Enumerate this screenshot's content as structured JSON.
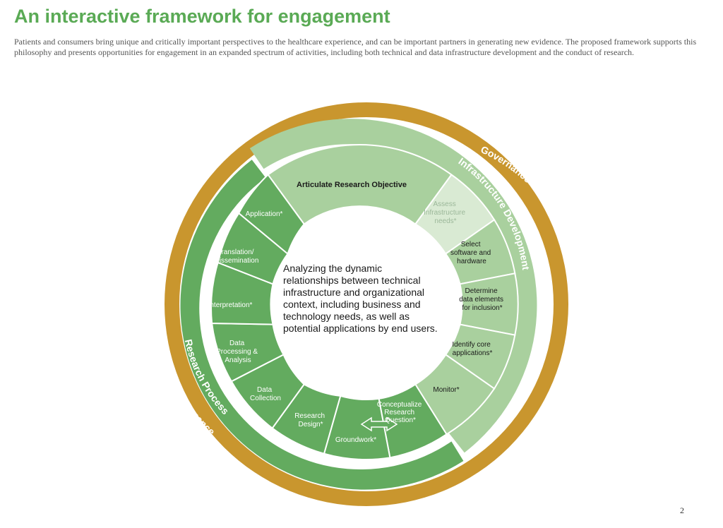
{
  "title": "An interactive framework for engagement",
  "intro": "Patients and consumers bring unique and critically important perspectives to the healthcare experience, and can be important partners in generating new evidence. The proposed framework supports this philosophy and presents opportunities for engagement in an expanded spectrum of activities, including both technical and data infrastructure development and the conduct of research.",
  "page_number": "2",
  "colors": {
    "governance": "#c9962e",
    "research_dark": "#63ab5f",
    "research_mid": "#6db669",
    "infra_light": "#a9d09e",
    "infra_pale": "#d9ead3",
    "title_green": "#5aaa55"
  },
  "diagram": {
    "outer_ring": [
      "Governance",
      "Governance"
    ],
    "middle_ring": [
      "Research Process",
      "Infrastructure Development"
    ],
    "top_segment": "Articulate Research Objective",
    "segments": [
      [
        "Assess",
        "Infrastructure",
        "needs*"
      ],
      [
        "Select",
        "software and",
        "hardware"
      ],
      [
        "Determine",
        "data elements",
        "for inclusion*"
      ],
      [
        "Identify core",
        "applications*"
      ],
      [
        "Monitor*"
      ],
      [
        "Conceptualize",
        "Research",
        "Question*"
      ],
      [
        "Groundwork*"
      ],
      [
        "Research",
        "Design*"
      ],
      [
        "Data",
        "Collection"
      ],
      [
        "Data",
        "Processing &",
        "Analysis"
      ],
      [
        "Interpretation*"
      ],
      [
        "Translation/",
        "Dissemination"
      ],
      [
        "Application*"
      ]
    ],
    "center": [
      "Analyzing the dynamic",
      "relationships between technical",
      "infrastructure and organizational",
      "context, including business and",
      "technology needs, as well as",
      "potential applications by end users."
    ]
  }
}
